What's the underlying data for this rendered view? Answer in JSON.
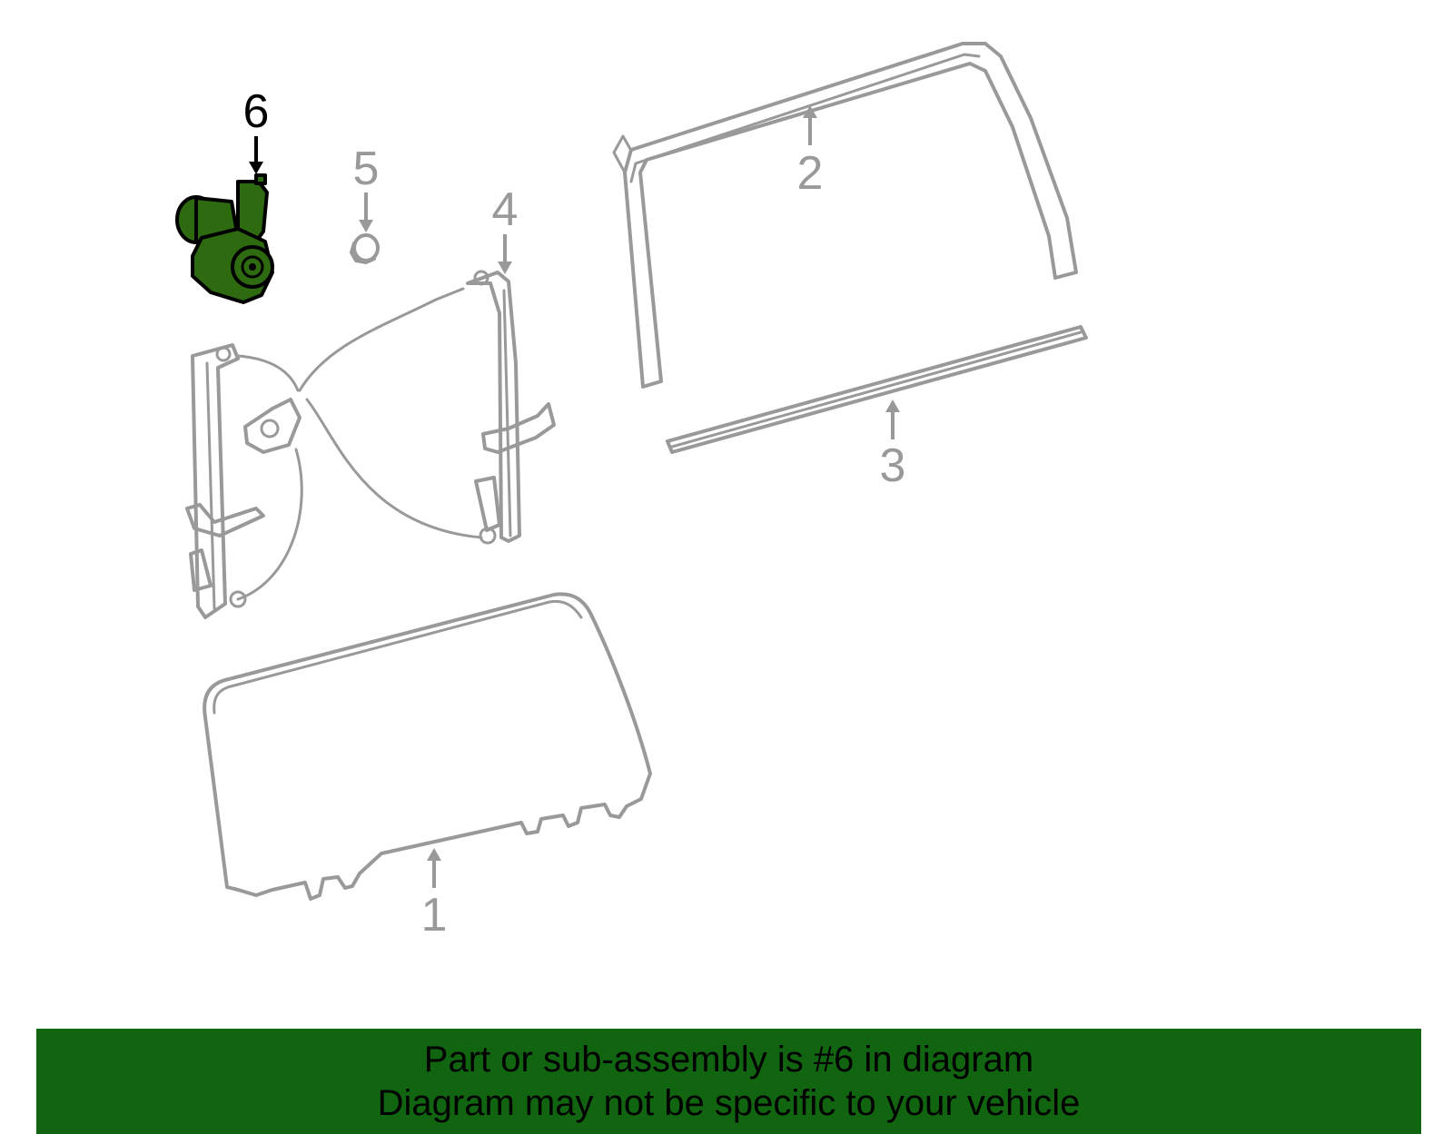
{
  "diagram": {
    "callouts": {
      "c1": "1",
      "c2": "2",
      "c3": "3",
      "c4": "4",
      "c5": "5",
      "c6": "6"
    },
    "highlighted_part": "6",
    "colors": {
      "part_outline": "#999999",
      "highlight_fill": "#2e6b10",
      "banner_background": "#116511",
      "highlight_label": "#000000"
    }
  },
  "banner": {
    "line1": "Part or sub-assembly is #6 in diagram",
    "line2": "Diagram may not be specific to your vehicle"
  }
}
